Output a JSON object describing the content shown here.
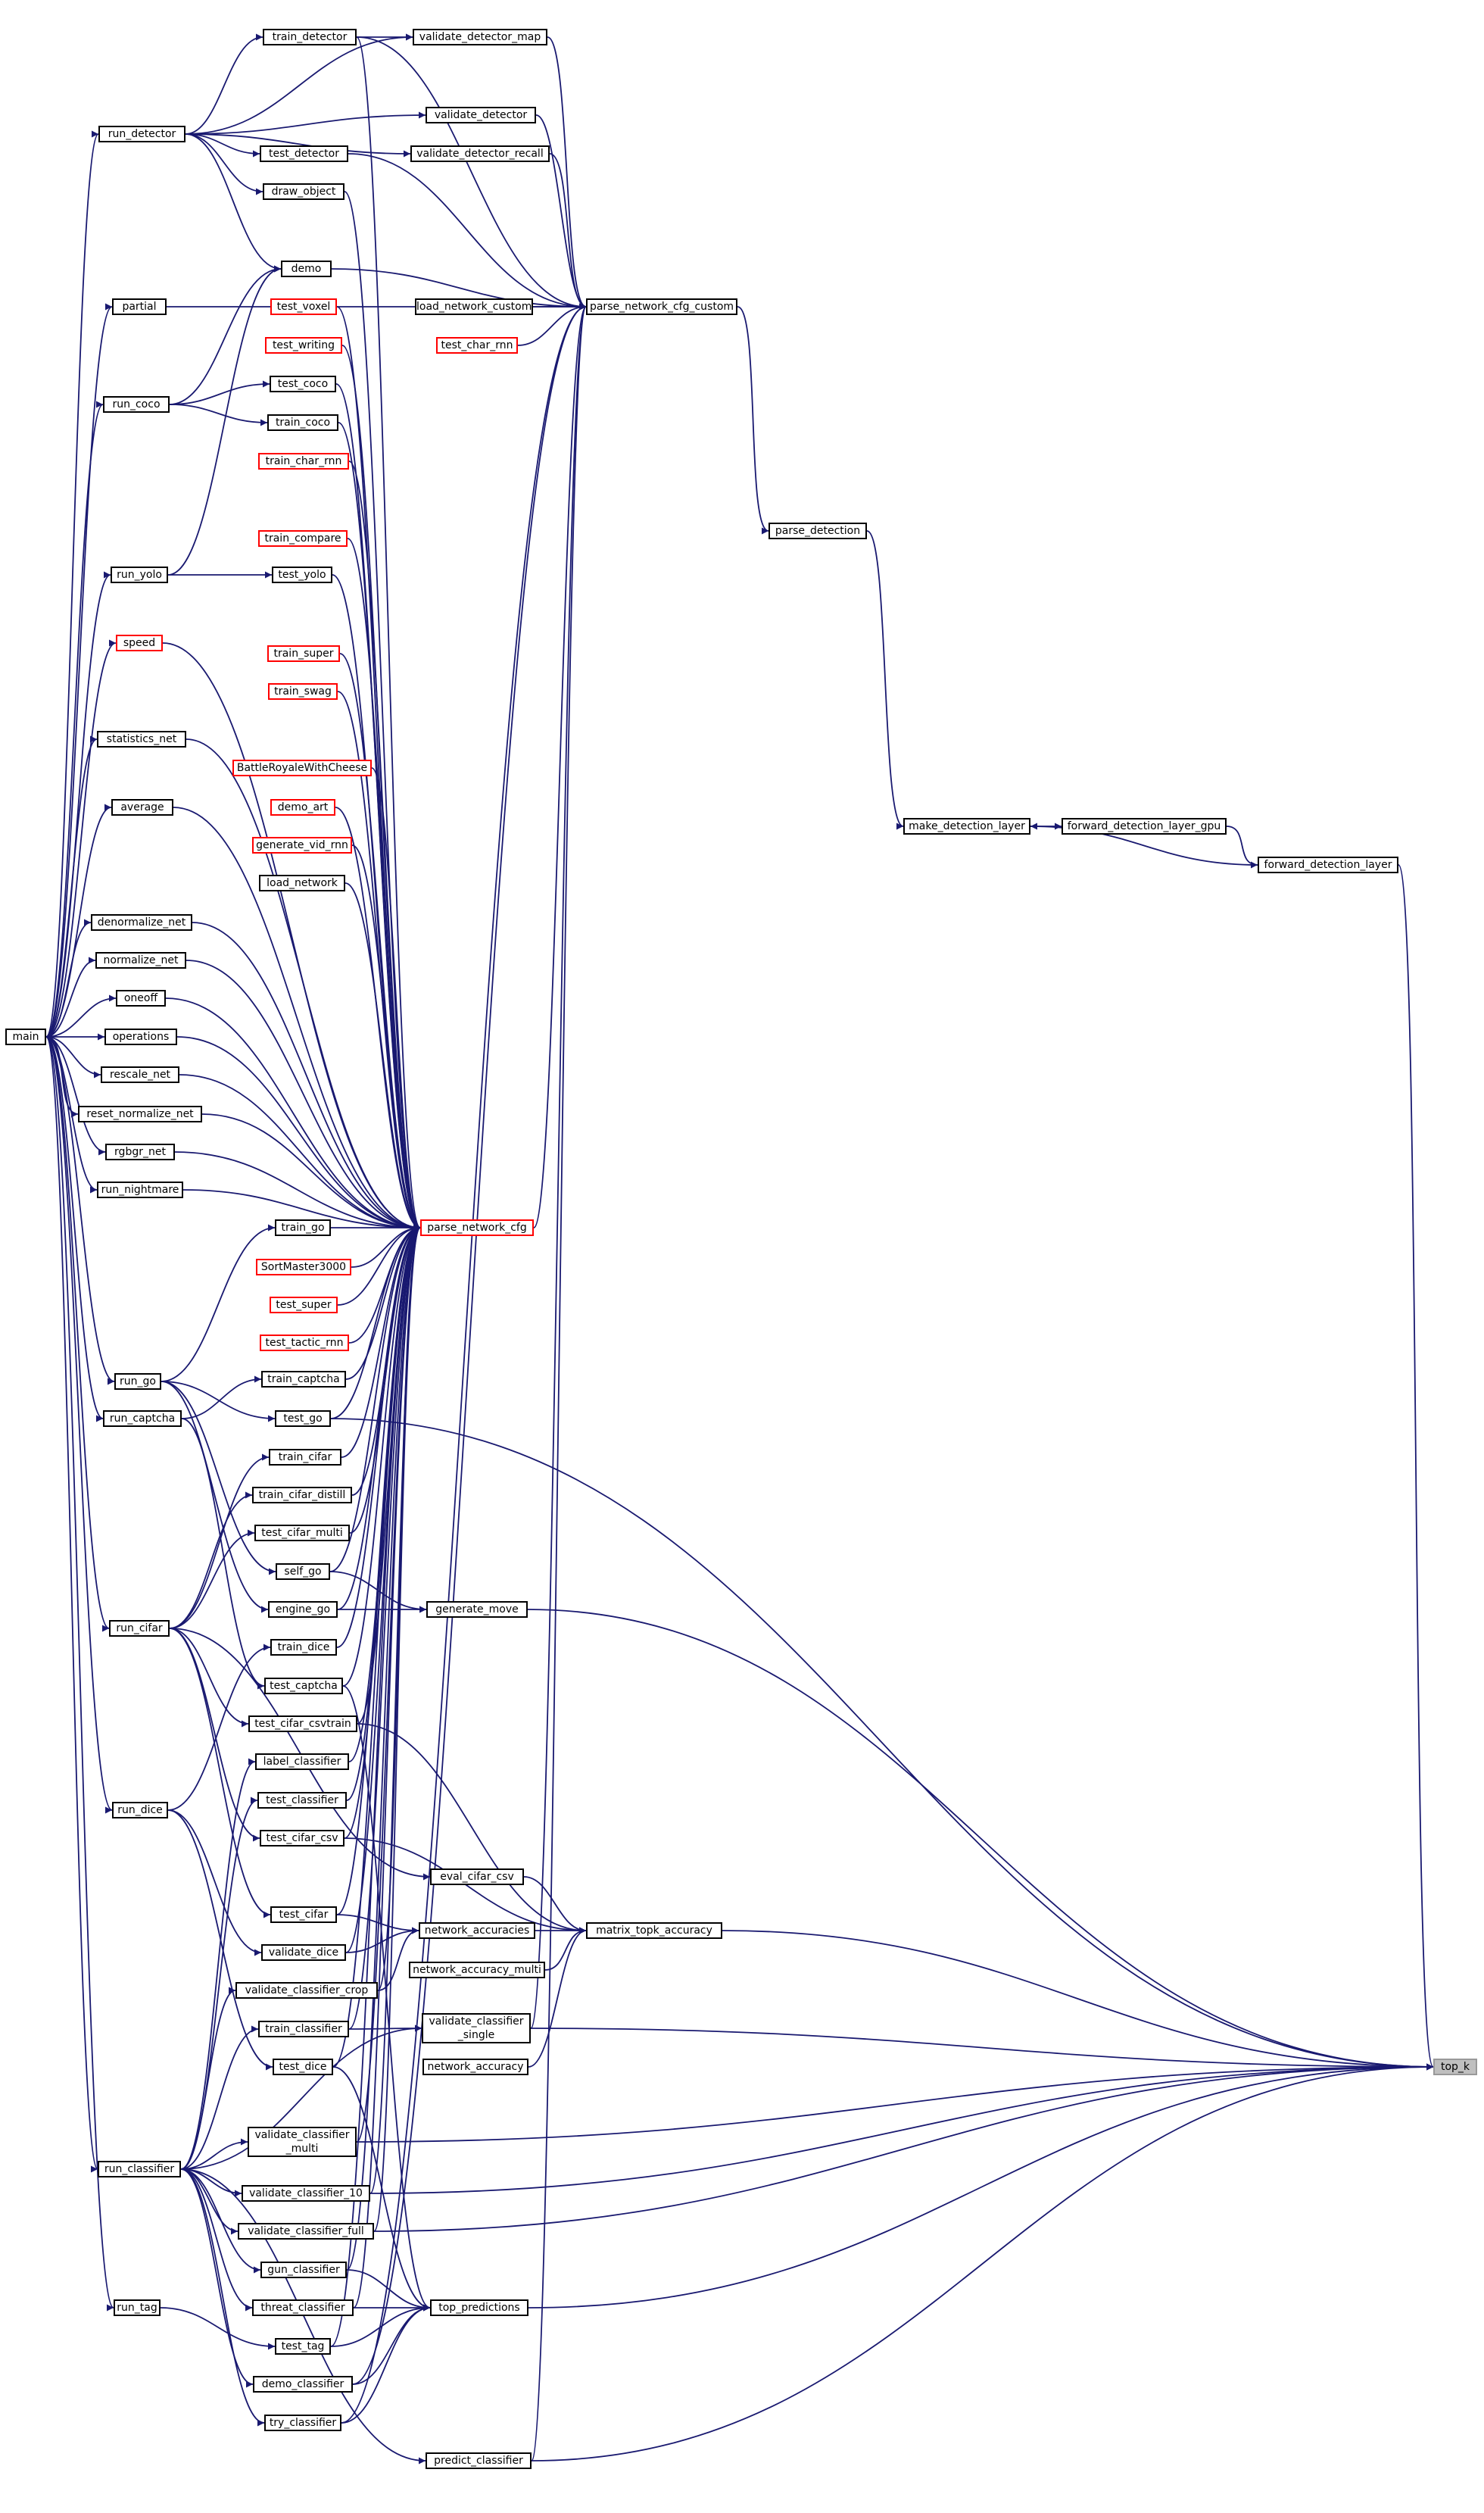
{
  "colors": {
    "edge": "#191970",
    "node_border": "#000000",
    "undocumented_border": "#ff0000",
    "target_fill": "#bfbfbf"
  },
  "nodes": {
    "train_detector": {
      "label": "train_detector",
      "kind": "normal"
    },
    "validate_detector_map": {
      "label": "validate_detector_map",
      "kind": "normal"
    },
    "run_detector": {
      "label": "run_detector",
      "kind": "normal"
    },
    "validate_detector": {
      "label": "validate_detector",
      "kind": "normal"
    },
    "validate_detector_recall": {
      "label": "validate_detector_recall",
      "kind": "normal"
    },
    "test_detector": {
      "label": "test_detector",
      "kind": "normal"
    },
    "draw_object": {
      "label": "draw_object",
      "kind": "normal"
    },
    "demo": {
      "label": "demo",
      "kind": "normal"
    },
    "partial": {
      "label": "partial",
      "kind": "normal"
    },
    "load_network_custom": {
      "label": "load_network_custom",
      "kind": "normal"
    },
    "parse_network_cfg_custom": {
      "label": "parse_network_cfg_custom",
      "kind": "normal"
    },
    "test_voxel": {
      "label": "test_voxel",
      "kind": "undocumented"
    },
    "test_char_rnn": {
      "label": "test_char_rnn",
      "kind": "undocumented"
    },
    "test_writing": {
      "label": "test_writing",
      "kind": "undocumented"
    },
    "test_coco": {
      "label": "test_coco",
      "kind": "normal"
    },
    "run_coco": {
      "label": "run_coco",
      "kind": "normal"
    },
    "train_coco": {
      "label": "train_coco",
      "kind": "normal"
    },
    "train_char_rnn": {
      "label": "train_char_rnn",
      "kind": "undocumented"
    },
    "parse_detection": {
      "label": "parse_detection",
      "kind": "normal"
    },
    "train_compare": {
      "label": "train_compare",
      "kind": "undocumented"
    },
    "run_yolo": {
      "label": "run_yolo",
      "kind": "normal"
    },
    "test_yolo": {
      "label": "test_yolo",
      "kind": "normal"
    },
    "speed": {
      "label": "speed",
      "kind": "undocumented"
    },
    "train_super": {
      "label": "train_super",
      "kind": "undocumented"
    },
    "train_swag": {
      "label": "train_swag",
      "kind": "undocumented"
    },
    "statistics_net": {
      "label": "statistics_net",
      "kind": "normal"
    },
    "BattleRoyaleWithCheese": {
      "label": "BattleRoyaleWithCheese",
      "kind": "undocumented"
    },
    "average": {
      "label": "average",
      "kind": "normal"
    },
    "demo_art": {
      "label": "demo_art",
      "kind": "undocumented"
    },
    "make_detection_layer": {
      "label": "make_detection_layer",
      "kind": "normal"
    },
    "forward_detection_layer_gpu": {
      "label": "forward_detection_layer_gpu",
      "kind": "normal"
    },
    "generate_vid_rnn": {
      "label": "generate_vid_rnn",
      "kind": "undocumented"
    },
    "forward_detection_layer": {
      "label": "forward_detection_layer",
      "kind": "normal"
    },
    "load_network": {
      "label": "load_network",
      "kind": "normal"
    },
    "denormalize_net": {
      "label": "denormalize_net",
      "kind": "normal"
    },
    "normalize_net": {
      "label": "normalize_net",
      "kind": "normal"
    },
    "oneoff": {
      "label": "oneoff",
      "kind": "normal"
    },
    "main": {
      "label": "main",
      "kind": "normal"
    },
    "operations": {
      "label": "operations",
      "kind": "normal"
    },
    "rescale_net": {
      "label": "rescale_net",
      "kind": "normal"
    },
    "reset_normalize_net": {
      "label": "reset_normalize_net",
      "kind": "normal"
    },
    "rgbgr_net": {
      "label": "rgbgr_net",
      "kind": "normal"
    },
    "run_nightmare": {
      "label": "run_nightmare",
      "kind": "normal"
    },
    "train_go": {
      "label": "train_go",
      "kind": "normal"
    },
    "parse_network_cfg": {
      "label": "parse_network_cfg",
      "kind": "undocumented"
    },
    "SortMaster3000": {
      "label": "SortMaster3000",
      "kind": "undocumented"
    },
    "test_super": {
      "label": "test_super",
      "kind": "undocumented"
    },
    "test_tactic_rnn": {
      "label": "test_tactic_rnn",
      "kind": "undocumented"
    },
    "run_go": {
      "label": "run_go",
      "kind": "normal"
    },
    "train_captcha": {
      "label": "train_captcha",
      "kind": "normal"
    },
    "run_captcha": {
      "label": "run_captcha",
      "kind": "normal"
    },
    "test_go": {
      "label": "test_go",
      "kind": "normal"
    },
    "train_cifar": {
      "label": "train_cifar",
      "kind": "normal"
    },
    "train_cifar_distill": {
      "label": "train_cifar_distill",
      "kind": "normal"
    },
    "test_cifar_multi": {
      "label": "test_cifar_multi",
      "kind": "normal"
    },
    "self_go": {
      "label": "self_go",
      "kind": "normal"
    },
    "engine_go": {
      "label": "engine_go",
      "kind": "normal"
    },
    "generate_move": {
      "label": "generate_move",
      "kind": "normal"
    },
    "run_cifar": {
      "label": "run_cifar",
      "kind": "normal"
    },
    "train_dice": {
      "label": "train_dice",
      "kind": "normal"
    },
    "test_captcha": {
      "label": "test_captcha",
      "kind": "normal"
    },
    "test_cifar_csvtrain": {
      "label": "test_cifar_csvtrain",
      "kind": "normal"
    },
    "label_classifier": {
      "label": "label_classifier",
      "kind": "normal"
    },
    "test_classifier": {
      "label": "test_classifier",
      "kind": "normal"
    },
    "run_dice": {
      "label": "run_dice",
      "kind": "normal"
    },
    "test_cifar_csv": {
      "label": "test_cifar_csv",
      "kind": "normal"
    },
    "eval_cifar_csv": {
      "label": "eval_cifar_csv",
      "kind": "normal"
    },
    "test_cifar": {
      "label": "test_cifar",
      "kind": "normal"
    },
    "network_accuracies": {
      "label": "network_accuracies",
      "kind": "normal"
    },
    "matrix_topk_accuracy": {
      "label": "matrix_topk_accuracy",
      "kind": "normal"
    },
    "validate_dice": {
      "label": "validate_dice",
      "kind": "normal"
    },
    "network_accuracy_multi": {
      "label": "network_accuracy_multi",
      "kind": "normal"
    },
    "validate_classifier_crop": {
      "label": "validate_classifier_crop",
      "kind": "normal"
    },
    "train_classifier": {
      "label": "train_classifier",
      "kind": "normal"
    },
    "validate_classifier_single": {
      "label": "validate_classifier\n_single",
      "kind": "normal"
    },
    "test_dice": {
      "label": "test_dice",
      "kind": "normal"
    },
    "network_accuracy": {
      "label": "network_accuracy",
      "kind": "normal"
    },
    "top_k": {
      "label": "top_k",
      "kind": "target"
    },
    "validate_classifier_multi": {
      "label": "validate_classifier\n_multi",
      "kind": "normal"
    },
    "run_classifier": {
      "label": "run_classifier",
      "kind": "normal"
    },
    "validate_classifier_10": {
      "label": "validate_classifier_10",
      "kind": "normal"
    },
    "validate_classifier_full": {
      "label": "validate_classifier_full",
      "kind": "normal"
    },
    "gun_classifier": {
      "label": "gun_classifier",
      "kind": "normal"
    },
    "run_tag": {
      "label": "run_tag",
      "kind": "normal"
    },
    "threat_classifier": {
      "label": "threat_classifier",
      "kind": "normal"
    },
    "top_predictions": {
      "label": "top_predictions",
      "kind": "normal"
    },
    "test_tag": {
      "label": "test_tag",
      "kind": "normal"
    },
    "demo_classifier": {
      "label": "demo_classifier",
      "kind": "normal"
    },
    "try_classifier": {
      "label": "try_classifier",
      "kind": "normal"
    },
    "predict_classifier": {
      "label": "predict_classifier",
      "kind": "normal"
    }
  },
  "edges": [
    [
      "train_detector",
      "validate_detector_map"
    ],
    [
      "train_detector",
      "parse_network_cfg_custom"
    ],
    [
      "train_detector",
      "parse_network_cfg"
    ],
    [
      "validate_detector_map",
      "parse_network_cfg_custom"
    ],
    [
      "validate_detector",
      "parse_network_cfg_custom"
    ],
    [
      "validate_detector_recall",
      "parse_network_cfg_custom"
    ],
    [
      "test_detector",
      "parse_network_cfg_custom"
    ],
    [
      "demo",
      "parse_network_cfg_custom"
    ],
    [
      "load_network_custom",
      "parse_network_cfg_custom"
    ],
    [
      "test_char_rnn",
      "parse_network_cfg_custom"
    ],
    [
      "run_detector",
      "train_detector"
    ],
    [
      "run_detector",
      "validate_detector_map"
    ],
    [
      "run_detector",
      "validate_detector"
    ],
    [
      "run_detector",
      "validate_detector_recall"
    ],
    [
      "run_detector",
      "test_detector"
    ],
    [
      "run_detector",
      "draw_object"
    ],
    [
      "run_detector",
      "demo"
    ],
    [
      "parse_network_cfg_custom",
      "parse_detection"
    ],
    [
      "parse_detection",
      "make_detection_layer"
    ],
    [
      "forward_detection_layer_gpu",
      "forward_detection_layer"
    ],
    [
      "make_detection_layer",
      "forward_detection_layer_gpu"
    ],
    [
      "forward_detection_layer",
      "make_detection_layer"
    ],
    [
      "forward_detection_layer",
      "top_k"
    ],
    [
      "partial",
      "parse_network_cfg_custom"
    ],
    [
      "run_coco",
      "demo"
    ],
    [
      "run_yolo",
      "demo"
    ],
    [
      "main",
      "run_detector"
    ],
    [
      "main",
      "partial"
    ],
    [
      "main",
      "run_coco"
    ],
    [
      "main",
      "run_yolo"
    ],
    [
      "main",
      "speed"
    ],
    [
      "main",
      "statistics_net"
    ],
    [
      "main",
      "average"
    ],
    [
      "main",
      "denormalize_net"
    ],
    [
      "main",
      "normalize_net"
    ],
    [
      "main",
      "oneoff"
    ],
    [
      "main",
      "operations"
    ],
    [
      "main",
      "rescale_net"
    ],
    [
      "main",
      "reset_normalize_net"
    ],
    [
      "main",
      "rgbgr_net"
    ],
    [
      "main",
      "run_nightmare"
    ],
    [
      "main",
      "run_go"
    ],
    [
      "main",
      "run_captcha"
    ],
    [
      "main",
      "run_cifar"
    ],
    [
      "main",
      "run_dice"
    ],
    [
      "main",
      "run_classifier"
    ],
    [
      "main",
      "run_tag"
    ],
    [
      "run_coco",
      "test_coco"
    ],
    [
      "run_coco",
      "train_coco"
    ],
    [
      "run_yolo",
      "test_yolo"
    ],
    [
      "draw_object",
      "parse_network_cfg"
    ],
    [
      "test_voxel",
      "parse_network_cfg"
    ],
    [
      "test_writing",
      "parse_network_cfg"
    ],
    [
      "test_coco",
      "parse_network_cfg"
    ],
    [
      "train_coco",
      "parse_network_cfg"
    ],
    [
      "train_char_rnn",
      "parse_network_cfg"
    ],
    [
      "train_compare",
      "parse_network_cfg"
    ],
    [
      "test_yolo",
      "parse_network_cfg"
    ],
    [
      "speed",
      "parse_network_cfg"
    ],
    [
      "train_super",
      "parse_network_cfg"
    ],
    [
      "train_swag",
      "parse_network_cfg"
    ],
    [
      "statistics_net",
      "parse_network_cfg"
    ],
    [
      "BattleRoyaleWithCheese",
      "parse_network_cfg"
    ],
    [
      "average",
      "parse_network_cfg"
    ],
    [
      "demo_art",
      "parse_network_cfg"
    ],
    [
      "generate_vid_rnn",
      "parse_network_cfg"
    ],
    [
      "load_network",
      "parse_network_cfg"
    ],
    [
      "denormalize_net",
      "parse_network_cfg"
    ],
    [
      "normalize_net",
      "parse_network_cfg"
    ],
    [
      "oneoff",
      "parse_network_cfg"
    ],
    [
      "operations",
      "parse_network_cfg"
    ],
    [
      "rescale_net",
      "parse_network_cfg"
    ],
    [
      "reset_normalize_net",
      "parse_network_cfg"
    ],
    [
      "rgbgr_net",
      "parse_network_cfg"
    ],
    [
      "run_nightmare",
      "parse_network_cfg"
    ],
    [
      "train_go",
      "parse_network_cfg"
    ],
    [
      "SortMaster3000",
      "parse_network_cfg"
    ],
    [
      "test_super",
      "parse_network_cfg"
    ],
    [
      "test_tactic_rnn",
      "parse_network_cfg"
    ],
    [
      "train_captcha",
      "parse_network_cfg"
    ],
    [
      "test_go",
      "parse_network_cfg"
    ],
    [
      "train_cifar",
      "parse_network_cfg"
    ],
    [
      "train_cifar_distill",
      "parse_network_cfg"
    ],
    [
      "test_cifar_multi",
      "parse_network_cfg"
    ],
    [
      "self_go",
      "parse_network_cfg"
    ],
    [
      "engine_go",
      "parse_network_cfg"
    ],
    [
      "train_dice",
      "parse_network_cfg"
    ],
    [
      "test_captcha",
      "parse_network_cfg"
    ],
    [
      "test_cifar_csvtrain",
      "parse_network_cfg"
    ],
    [
      "label_classifier",
      "parse_network_cfg"
    ],
    [
      "test_classifier",
      "parse_network_cfg"
    ],
    [
      "test_cifar_csv",
      "parse_network_cfg"
    ],
    [
      "test_cifar",
      "parse_network_cfg"
    ],
    [
      "validate_dice",
      "parse_network_cfg"
    ],
    [
      "validate_classifier_crop",
      "parse_network_cfg"
    ],
    [
      "train_classifier",
      "parse_network_cfg"
    ],
    [
      "test_dice",
      "parse_network_cfg"
    ],
    [
      "validate_classifier_multi",
      "parse_network_cfg"
    ],
    [
      "validate_classifier_10",
      "parse_network_cfg"
    ],
    [
      "validate_classifier_full",
      "parse_network_cfg"
    ],
    [
      "gun_classifier",
      "parse_network_cfg"
    ],
    [
      "threat_classifier",
      "parse_network_cfg"
    ],
    [
      "test_tag",
      "parse_network_cfg"
    ],
    [
      "parse_network_cfg",
      "parse_network_cfg_custom"
    ],
    [
      "validate_classifier_single",
      "parse_network_cfg_custom"
    ],
    [
      "demo_classifier",
      "parse_network_cfg_custom"
    ],
    [
      "try_classifier",
      "parse_network_cfg_custom"
    ],
    [
      "predict_classifier",
      "parse_network_cfg_custom"
    ],
    [
      "run_go",
      "train_go"
    ],
    [
      "run_go",
      "test_go"
    ],
    [
      "run_go",
      "self_go"
    ],
    [
      "run_go",
      "engine_go"
    ],
    [
      "run_captcha",
      "train_captcha"
    ],
    [
      "run_captcha",
      "test_captcha"
    ],
    [
      "run_cifar",
      "train_cifar"
    ],
    [
      "run_cifar",
      "train_cifar_distill"
    ],
    [
      "run_cifar",
      "test_cifar_multi"
    ],
    [
      "run_cifar",
      "test_cifar_csvtrain"
    ],
    [
      "run_cifar",
      "test_cifar_csv"
    ],
    [
      "run_cifar",
      "eval_cifar_csv"
    ],
    [
      "run_cifar",
      "test_cifar"
    ],
    [
      "run_dice",
      "train_dice"
    ],
    [
      "run_dice",
      "validate_dice"
    ],
    [
      "run_dice",
      "test_dice"
    ],
    [
      "self_go",
      "generate_move"
    ],
    [
      "engine_go",
      "generate_move"
    ],
    [
      "generate_move",
      "top_k"
    ],
    [
      "test_go",
      "top_k"
    ],
    [
      "test_cifar_csvtrain",
      "matrix_topk_accuracy"
    ],
    [
      "test_cifar_csv",
      "matrix_topk_accuracy"
    ],
    [
      "eval_cifar_csv",
      "matrix_topk_accuracy"
    ],
    [
      "network_accuracies",
      "matrix_topk_accuracy"
    ],
    [
      "network_accuracy_multi",
      "matrix_topk_accuracy"
    ],
    [
      "network_accuracy",
      "matrix_topk_accuracy"
    ],
    [
      "matrix_topk_accuracy",
      "top_k"
    ],
    [
      "test_cifar",
      "network_accuracies"
    ],
    [
      "validate_dice",
      "network_accuracies"
    ],
    [
      "validate_classifier_crop",
      "network_accuracies"
    ],
    [
      "train_classifier",
      "validate_classifier_single"
    ],
    [
      "validate_classifier_single",
      "top_k"
    ],
    [
      "validate_classifier_multi",
      "top_k"
    ],
    [
      "validate_classifier_10",
      "top_k"
    ],
    [
      "validate_classifier_full",
      "top_k"
    ],
    [
      "run_classifier",
      "label_classifier"
    ],
    [
      "run_classifier",
      "test_classifier"
    ],
    [
      "run_classifier",
      "validate_classifier_crop"
    ],
    [
      "run_classifier",
      "train_classifier"
    ],
    [
      "run_classifier",
      "validate_classifier_single"
    ],
    [
      "run_classifier",
      "validate_classifier_multi"
    ],
    [
      "run_classifier",
      "validate_classifier_10"
    ],
    [
      "run_classifier",
      "validate_classifier_full"
    ],
    [
      "run_classifier",
      "gun_classifier"
    ],
    [
      "run_classifier",
      "threat_classifier"
    ],
    [
      "run_classifier",
      "demo_classifier"
    ],
    [
      "run_classifier",
      "try_classifier"
    ],
    [
      "run_classifier",
      "predict_classifier"
    ],
    [
      "run_tag",
      "test_tag"
    ],
    [
      "test_captcha",
      "top_predictions"
    ],
    [
      "test_dice",
      "top_predictions"
    ],
    [
      "gun_classifier",
      "top_predictions"
    ],
    [
      "threat_classifier",
      "top_predictions"
    ],
    [
      "test_tag",
      "top_predictions"
    ],
    [
      "demo_classifier",
      "top_predictions"
    ],
    [
      "try_classifier",
      "top_predictions"
    ],
    [
      "top_predictions",
      "top_k"
    ],
    [
      "predict_classifier",
      "top_k"
    ]
  ]
}
